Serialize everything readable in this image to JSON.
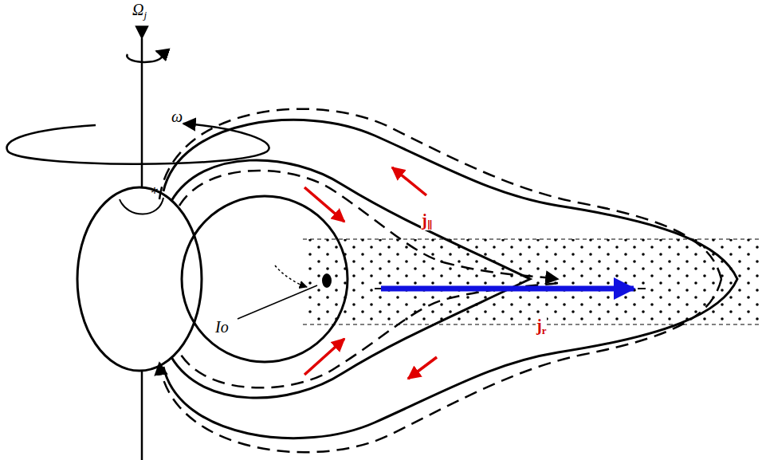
{
  "diagram": {
    "labels": [
      "Ωj",
      "ω",
      "*",
      "Io",
      "j∥",
      "jr"
    ]
  }
}
